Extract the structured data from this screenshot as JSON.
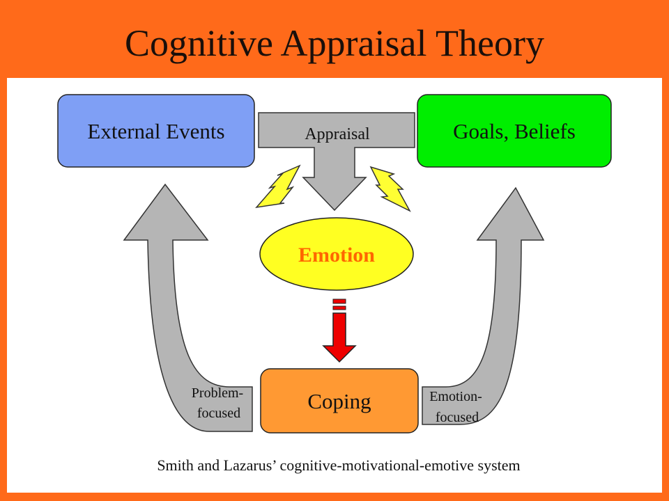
{
  "slide": {
    "title": "Cognitive Appraisal Theory",
    "caption": "Smith and Lazarus’ cognitive-motivational-emotive system"
  },
  "nodes": {
    "external_events": "External Events",
    "goals_beliefs": "Goals, Beliefs",
    "appraisal": "Appraisal",
    "emotion": "Emotion",
    "coping": "Coping",
    "problem_focused": [
      "Problem-",
      "focused"
    ],
    "emotion_focused": [
      "Emotion-",
      "focused"
    ]
  },
  "colors": {
    "frame": "#ff6a1a",
    "external_events": "#7f9ff5",
    "goals_beliefs": "#00ee00",
    "emotion_fill": "#ffff22",
    "emotion_text": "#ff6600",
    "coping": "#ff9933",
    "arrow_gray": "#b5b5b5",
    "arrow_red": "#ee0000",
    "bolt": "#ffff33"
  }
}
